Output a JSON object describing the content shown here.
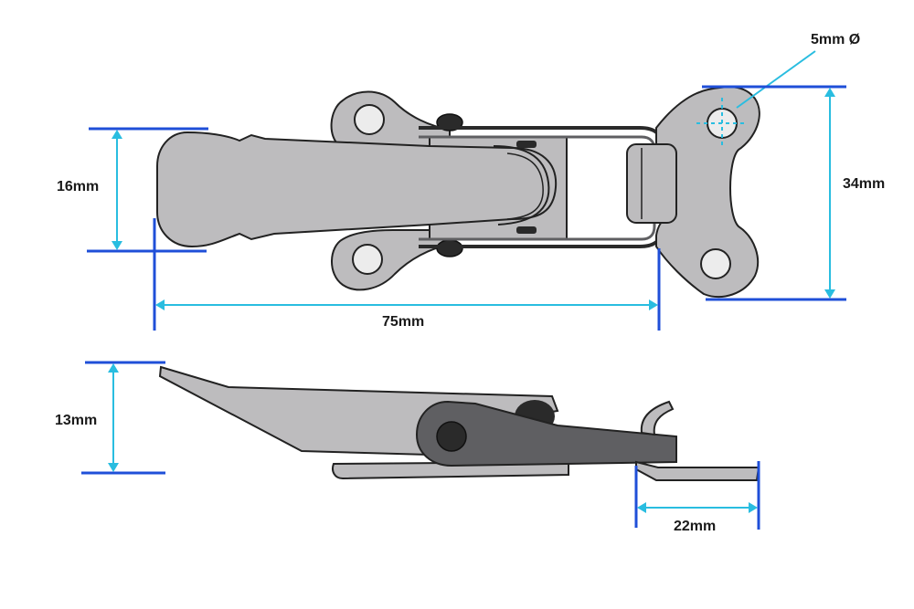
{
  "labels": {
    "hole_diameter": "5mm Ø",
    "latch_width": "16mm",
    "catch_height": "34mm",
    "overall_length": "75mm",
    "side_height": "13mm",
    "catch_length": "22mm"
  },
  "colors": {
    "dimension_line": "#1f4fd8",
    "arrow_line": "#29bde0",
    "metal_light": "#bdbcbe",
    "metal_dark": "#5f5f62",
    "outline": "#222222",
    "hole_fill": "#ececec"
  }
}
